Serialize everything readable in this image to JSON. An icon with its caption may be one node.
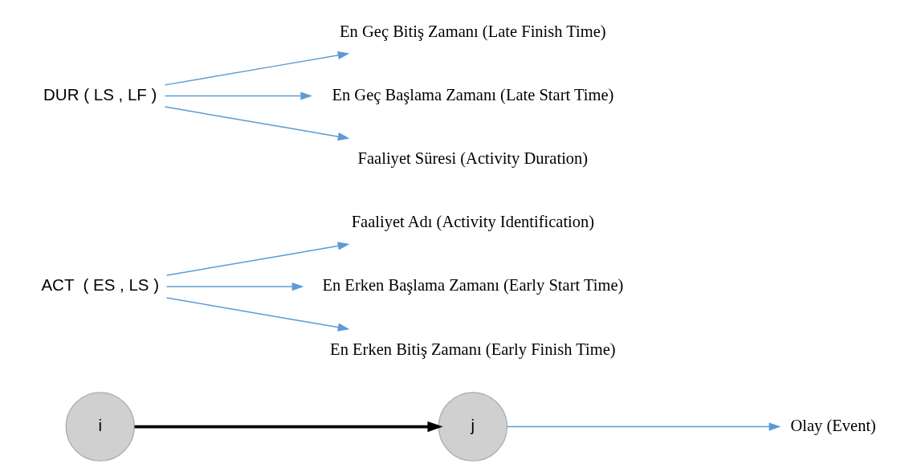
{
  "diagram": {
    "nodes": [
      {
        "text": [
          "i"
        ]
      },
      {
        "text": [
          "j"
        ]
      },
      {
        "text": [
          "ACT  ( ES , LS )"
        ]
      },
      {
        "text": [
          "DUR ( LS , LF )"
        ]
      },
      {
        "text": [
          "Faaliyet Adı (Activity Identification)"
        ]
      },
      {
        "text": [
          "En Erken Başlama Zamanı (Early Start Time)"
        ]
      },
      {
        "text": [
          "En Erken Bitiş Zamanı (Early Finish Time)"
        ]
      },
      {
        "text": [
          "Olay (Event)"
        ]
      },
      {
        "text": [
          "En Geç Bitiş Zamanı (Late Finish Time)"
        ]
      },
      {
        "text": [
          "En Geç Başlama Zamanı (Late Start Time)"
        ]
      },
      {
        "text": [
          "Faaliyet Süresi (Activity Duration)"
        ]
      }
    ],
    "edges": [
      {
        "from": 0,
        "to": 1,
        "arrow": "to",
        "style": "thick",
        "color": "#000000"
      },
      {
        "from": 2,
        "to": 4,
        "arrow": "to"
      },
      {
        "from": 2,
        "to": 5,
        "arrow": "to"
      },
      {
        "from": 2,
        "to": 6,
        "arrow": "to"
      },
      {
        "from": 1,
        "to": 7,
        "arrow": "to"
      },
      {
        "from": 3,
        "to": 8,
        "arrow": "to"
      },
      {
        "from": 3,
        "to": 9,
        "arrow": "to"
      },
      {
        "from": 3,
        "to": 10,
        "arrow": "to"
      }
    ]
  }
}
